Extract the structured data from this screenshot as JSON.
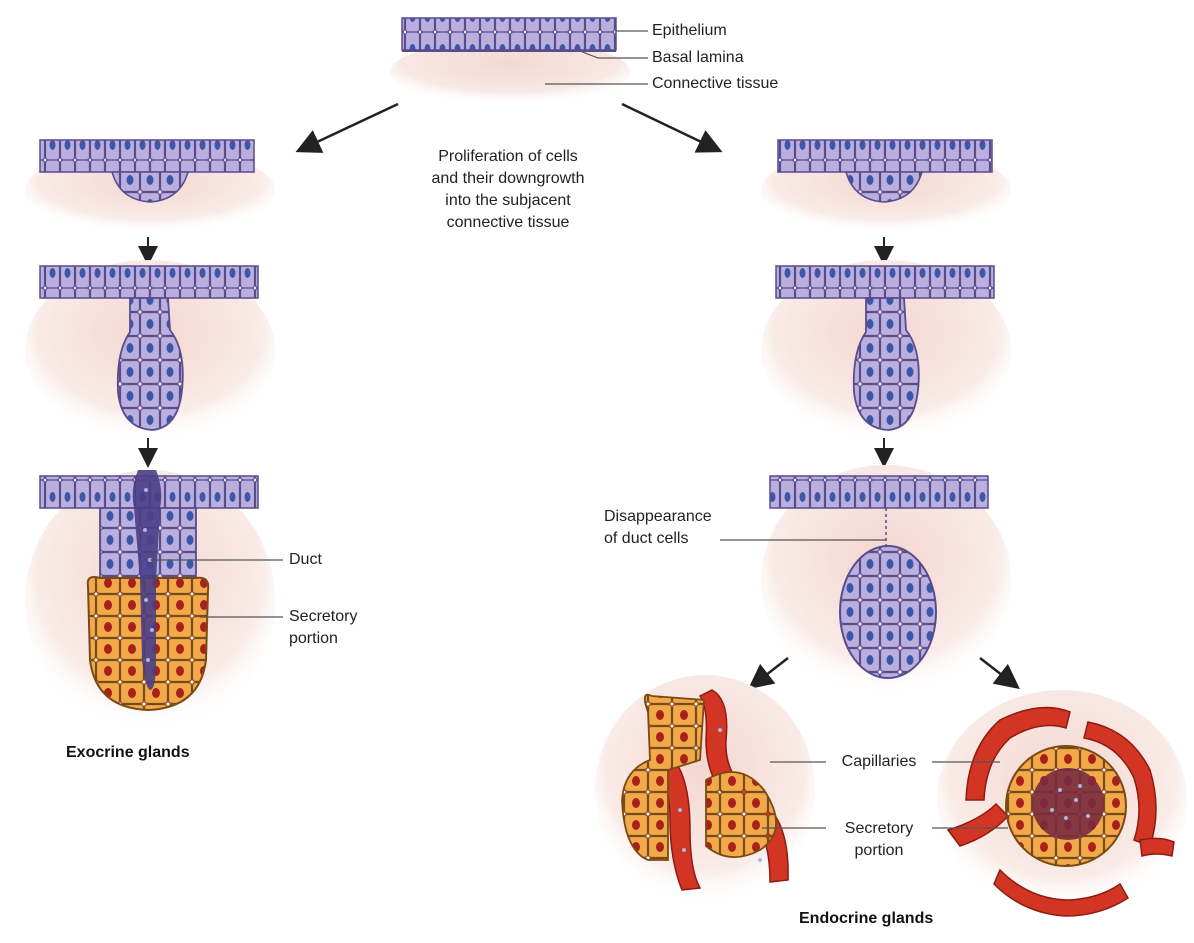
{
  "labels": {
    "epithelium": "Epithelium",
    "basal_lamina": "Basal lamina",
    "connective_tissue": "Connective tissue",
    "proliferation": [
      "Proliferation of cells",
      "and their downgrowth",
      "into the subjacent",
      "connective tissue"
    ],
    "duct": "Duct",
    "secretory_left": [
      "Secretory",
      "portion"
    ],
    "disappearance": [
      "Disappearance",
      "of duct cells"
    ],
    "capillaries": "Capillaries",
    "secretory_right": [
      "Secretory",
      "portion"
    ]
  },
  "captions": {
    "exocrine": "Exocrine glands",
    "endocrine": "Endocrine glands"
  },
  "colors": {
    "epithelial_cell": "#b9b0e0",
    "epithelial_border": "#5a4b8c",
    "nucleus_blue": "#3f56a8",
    "connective_tissue": "#f6e3de",
    "secretory_cell": "#f2a94a",
    "secretory_nucleus": "#a8201a",
    "capillary": "#d23524",
    "duct_lumen": "#4a3f86"
  }
}
